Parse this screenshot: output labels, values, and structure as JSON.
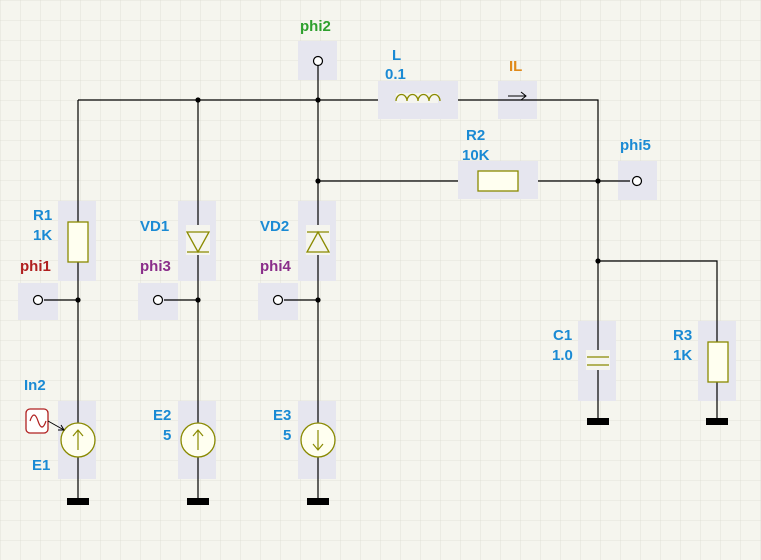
{
  "colors": {
    "background": "#f5f5ee",
    "grid": "#dcdcd2",
    "wire": "#000000",
    "component": "#8a8a00",
    "pad": "#e6e6ef",
    "label_blue": "#1a8ad4",
    "label_green": "#2ea02e",
    "label_red": "#b02020",
    "label_purple": "#8a2e8a",
    "label_orange": "#e08a1a"
  },
  "labels": {
    "phi2": "phi2",
    "L_name": "L",
    "L_value": "0.1",
    "IL": "IL",
    "R2_name": "R2",
    "R2_value": "10K",
    "phi5": "phi5",
    "R1_name": "R1",
    "R1_value": "1K",
    "VD1": "VD1",
    "VD2": "VD2",
    "phi1": "phi1",
    "phi3": "phi3",
    "phi4": "phi4",
    "C1_name": "C1",
    "C1_value": "1.0",
    "R3_name": "R3",
    "R3_value": "1K",
    "In2": "In2",
    "E1": "E1",
    "E2_name": "E2",
    "E2_value": "5",
    "E3_name": "E3",
    "E3_value": "5"
  },
  "icons": {
    "current_arrow": "right-arrow-icon",
    "sine_generator": "sine-wave-icon"
  }
}
